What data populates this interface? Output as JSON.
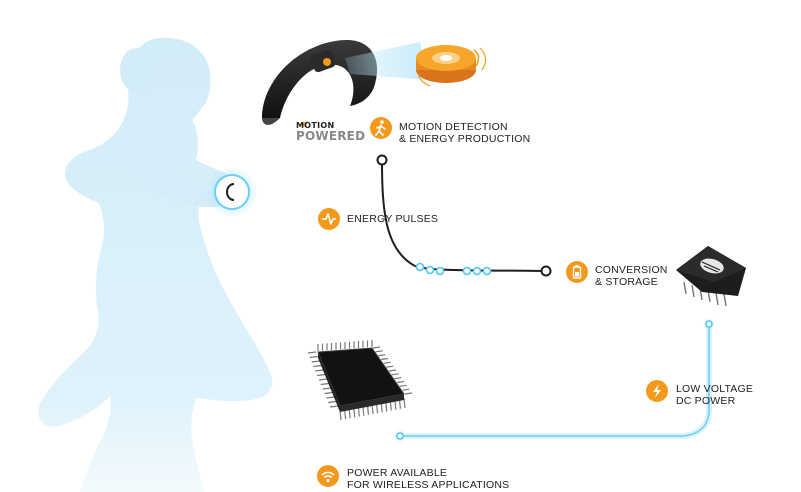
{
  "logo": {
    "line1": "MOTION",
    "line2": "POWERED"
  },
  "steps": {
    "motion": {
      "line1": "MOTION DETECTION",
      "line2": "& ENERGY PRODUCTION",
      "icon": "walking-person-icon"
    },
    "pulses": {
      "line1": "ENERGY PULSES",
      "icon": "pulse-wave-icon"
    },
    "conversion": {
      "line1": "CONVERSION",
      "line2": "& STORAGE",
      "icon": "battery-icon"
    },
    "low_voltage": {
      "line1": "LOW VOLTAGE",
      "line2": "DC POWER",
      "icon": "lightning-bolt-icon"
    },
    "power_available": {
      "line1": "POWER AVAILABLE",
      "line2": "FOR WIRELESS APPLICATIONS",
      "icon": "wifi-icon"
    }
  },
  "colors": {
    "accent_orange": "#f39a1e",
    "silhouette_blue": "#cdeaf7",
    "glow_blue": "#6fcdf2",
    "chip_black": "#1d1d1d"
  }
}
